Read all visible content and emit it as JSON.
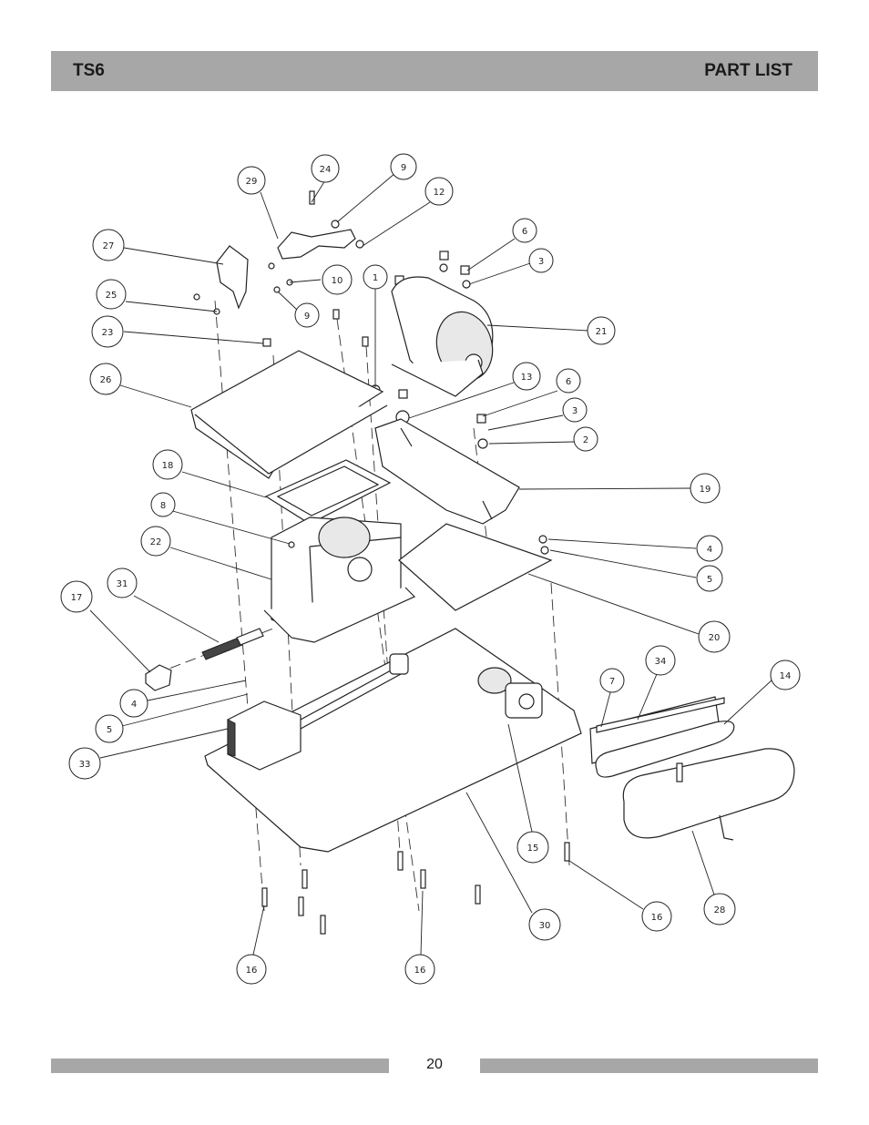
{
  "header": {
    "model": "TS6",
    "section_title": "PART LIST"
  },
  "footer": {
    "page_number": "20"
  },
  "diagram": {
    "callouts": [
      {
        "label": "24",
        "name": "callout-24"
      },
      {
        "label": "9",
        "name": "callout-9-top"
      },
      {
        "label": "29",
        "name": "callout-29"
      },
      {
        "label": "12",
        "name": "callout-12"
      },
      {
        "label": "6",
        "name": "callout-6-top"
      },
      {
        "label": "27",
        "name": "callout-27"
      },
      {
        "label": "3",
        "name": "callout-3-top"
      },
      {
        "label": "10",
        "name": "callout-10"
      },
      {
        "label": "1",
        "name": "callout-1"
      },
      {
        "label": "25",
        "name": "callout-25"
      },
      {
        "label": "9",
        "name": "callout-9-mid"
      },
      {
        "label": "21",
        "name": "callout-21"
      },
      {
        "label": "23",
        "name": "callout-23"
      },
      {
        "label": "26",
        "name": "callout-26"
      },
      {
        "label": "13",
        "name": "callout-13"
      },
      {
        "label": "6",
        "name": "callout-6-mid"
      },
      {
        "label": "3",
        "name": "callout-3-mid"
      },
      {
        "label": "2",
        "name": "callout-2"
      },
      {
        "label": "18",
        "name": "callout-18"
      },
      {
        "label": "19",
        "name": "callout-19"
      },
      {
        "label": "8",
        "name": "callout-8"
      },
      {
        "label": "22",
        "name": "callout-22"
      },
      {
        "label": "4",
        "name": "callout-4-right"
      },
      {
        "label": "5",
        "name": "callout-5-right"
      },
      {
        "label": "31",
        "name": "callout-31"
      },
      {
        "label": "17",
        "name": "callout-17"
      },
      {
        "label": "20",
        "name": "callout-20"
      },
      {
        "label": "34",
        "name": "callout-34"
      },
      {
        "label": "7",
        "name": "callout-7"
      },
      {
        "label": "14",
        "name": "callout-14"
      },
      {
        "label": "4",
        "name": "callout-4-left"
      },
      {
        "label": "5",
        "name": "callout-5-left"
      },
      {
        "label": "33",
        "name": "callout-33"
      },
      {
        "label": "15",
        "name": "callout-15"
      },
      {
        "label": "16",
        "name": "callout-16-right"
      },
      {
        "label": "28",
        "name": "callout-28"
      },
      {
        "label": "30",
        "name": "callout-30"
      },
      {
        "label": "16",
        "name": "callout-16-left"
      },
      {
        "label": "16",
        "name": "callout-16-mid"
      }
    ]
  }
}
